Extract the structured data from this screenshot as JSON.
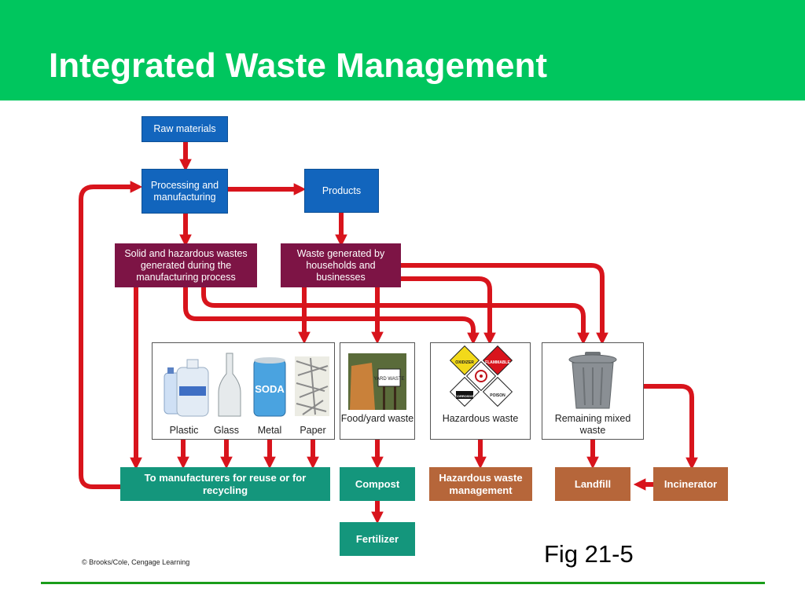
{
  "slide": {
    "title": "Integrated Waste Management",
    "figure_label": "Fig 21-5",
    "credit": "© Brooks/Cole, Cengage Learning"
  },
  "diagram": {
    "raw_materials": "Raw materials",
    "processing": "Processing and manufacturing",
    "products": "Products",
    "solid_hazardous_wastes": "Solid and hazardous wastes generated during the manufacturing process",
    "household_waste": "Waste generated by households and businesses",
    "recyclables": [
      "Plastic",
      "Glass",
      "Metal",
      "Paper"
    ],
    "food_yard_waste": "Food/yard waste",
    "hazardous_waste": "Hazardous waste",
    "remaining_mixed_waste": "Remaining mixed waste",
    "reuse_recycling": "To manufacturers for reuse or for recycling",
    "compost": "Compost",
    "fertilizer": "Fertilizer",
    "hazardous_management": "Hazardous waste management",
    "landfill": "Landfill",
    "incinerator": "Incinerator",
    "hazard_signs": [
      "OXIDIZER",
      "FLAMMABLE",
      "CORROSIVE",
      "POISON"
    ],
    "can_labels": [
      "SODA"
    ],
    "sign_text": [
      "YARD WASTE"
    ]
  },
  "colors": {
    "header_green": "#00c65e",
    "arrow_red": "#d8141c",
    "process_blue": "#1265bd",
    "waste_maroon": "#7d1445",
    "reuse_teal": "#14967c",
    "disposal_brown": "#b6663a"
  }
}
